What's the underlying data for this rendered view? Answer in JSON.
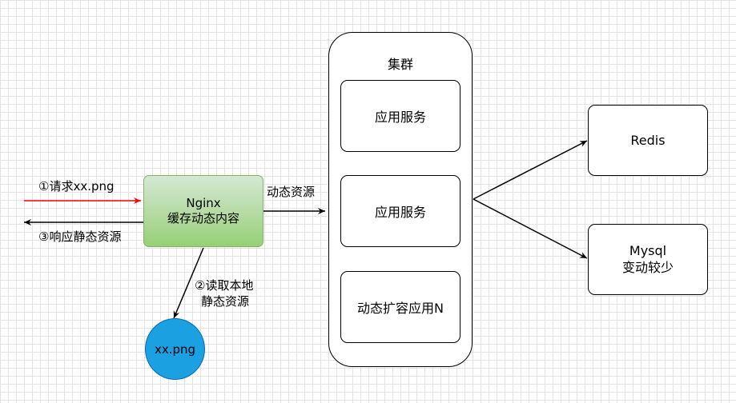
{
  "cluster": {
    "title": "集群"
  },
  "services": {
    "app1": "应用服务",
    "app2": "应用服务",
    "scale": "动态扩容应用N"
  },
  "nginx": {
    "line1": "Nginx",
    "line2": "缓存动态内容"
  },
  "redis": "Redis",
  "mysql": {
    "line1": "Mysql",
    "line2": "变动较少"
  },
  "file": "xx.png",
  "edges": {
    "request": "①请求xx.png",
    "response": "③响应静态资源",
    "read_local_1": "②读取本地",
    "read_local_2": "静态资源",
    "dynamic": "动态资源"
  },
  "colors": {
    "request_arrow": "#ff0000",
    "nginx_fill": "#97d077",
    "file_fill": "#1ba1e2"
  }
}
